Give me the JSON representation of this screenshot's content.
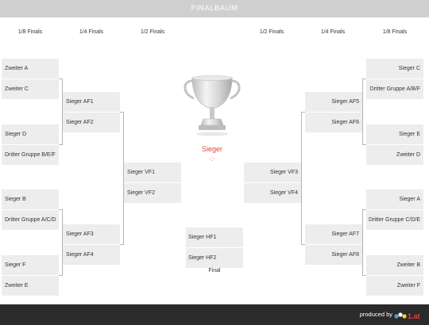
{
  "header": {
    "title": "FINALBAUM"
  },
  "rounds": {
    "left": [
      "1/8 Finals",
      "1/4 Finals",
      "1/2 Finals"
    ],
    "right": [
      "1/2 Finals",
      "1/4 Finals",
      "1/8 Finals"
    ]
  },
  "left": {
    "r16": [
      "Zweiter A",
      "Zweiter C",
      "Sieger D",
      "Dritter Gruppe B/E/F",
      "Sieger B",
      "Dritter Gruppe A/C/D",
      "Sieger F",
      "Zweiter E"
    ],
    "qf": [
      "Sieger AF1",
      "Sieger AF2",
      "Sieger AF3",
      "Sieger AF4"
    ],
    "sf": [
      "Sieger VF1",
      "Sieger VF2"
    ]
  },
  "right": {
    "r16": [
      "Sieger C",
      "Dritter Gruppe A/B/F",
      "Sieger E",
      "Zweiter D",
      "Sieger A",
      "Dritter Gruppe C/D/E",
      "Zweiter B",
      "Zweiter F"
    ],
    "qf": [
      "Sieger AF5",
      "Sieger AF6",
      "Sieger AF7",
      "Sieger AF8"
    ],
    "sf": [
      "Sieger VF3",
      "Sieger VF4"
    ]
  },
  "final": {
    "slots": [
      "Sieger HF1",
      "Sieger HF2"
    ],
    "caption": "Final"
  },
  "champion": {
    "label": "Sieger",
    "dots": "·:·",
    "icon": "trophy-icon"
  },
  "footer": {
    "produced_by": "produced by",
    "brand": "1.at"
  },
  "colors": {
    "titlebar": "#cfcfcf",
    "slot": "#ededed",
    "line": "#b5b5b5",
    "champion": "#e0463c",
    "footer": "#2b2b2b"
  }
}
